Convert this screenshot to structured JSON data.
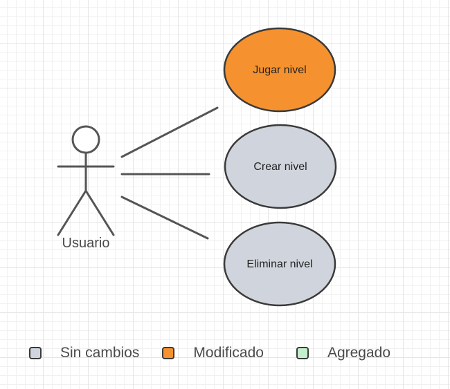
{
  "actor": {
    "label": "Usuario"
  },
  "use_cases": [
    {
      "label": "Jugar nivel",
      "status": "modified"
    },
    {
      "label": "Crear nivel",
      "status": "unchanged"
    },
    {
      "label": "Eliminar nivel",
      "status": "unchanged"
    }
  ],
  "legend": [
    {
      "label": "Sin cambios",
      "color": "#d0d4dc"
    },
    {
      "label": "Modificado",
      "color": "#f5922f"
    },
    {
      "label": "Agregado",
      "color": "#c5f0cd"
    }
  ],
  "colors": {
    "unchanged": "#d0d4dc",
    "modified": "#f5922f",
    "added": "#c5f0cd",
    "stroke": "#3a3a3a"
  }
}
